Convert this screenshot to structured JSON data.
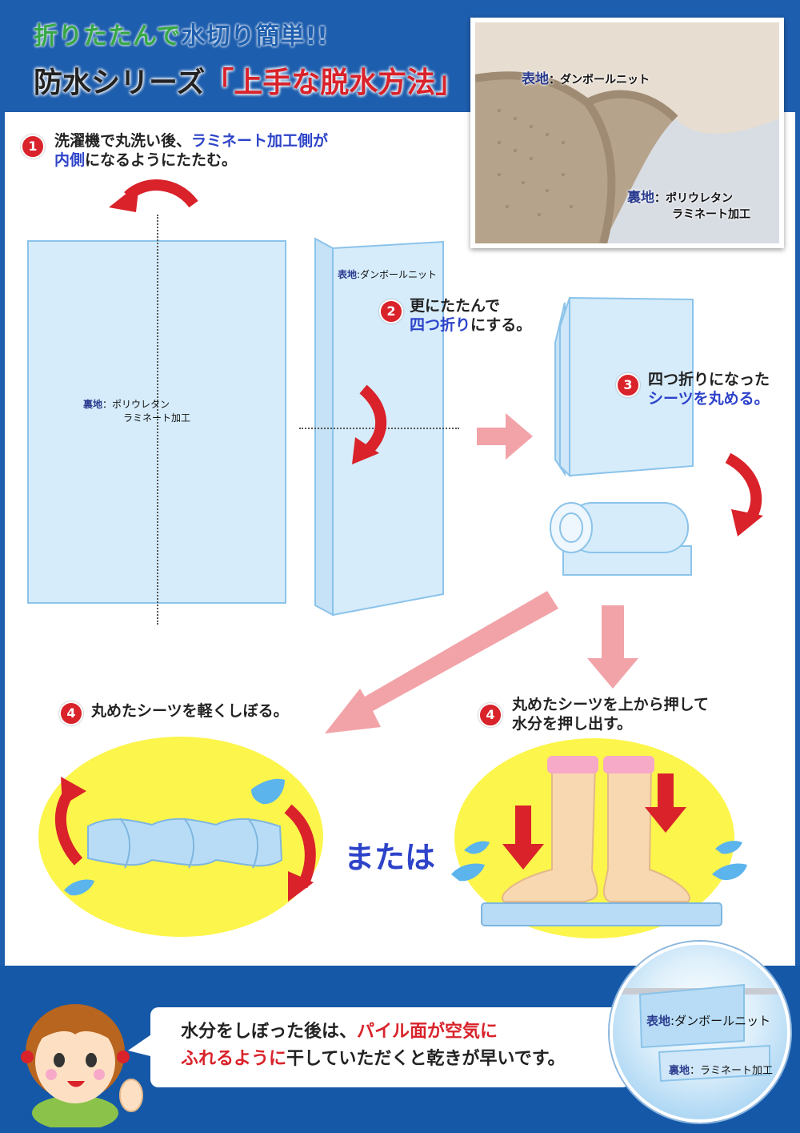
{
  "header": {
    "line1_green": "折りたたんで",
    "line1_blue": "水切り簡単!!",
    "line2_black": "防水シリーズ",
    "line2_red": "「上手な脱水方法」"
  },
  "photo": {
    "top_label_key": "表地",
    "top_label_val": "：ダンボールニット",
    "bottom_label_key": "裏地",
    "bottom_label_val1": "：ポリウレタン",
    "bottom_label_val2": "ラミネート加工"
  },
  "step1": {
    "num": "1",
    "text_a": "洗濯機で丸洗い後、",
    "text_b": "ラミネート加工側が",
    "text_c": "内側",
    "text_d": "になるようにたたむ。"
  },
  "sheet1": {
    "label_key": "裏地",
    "label_val1": "：ポリウレタン",
    "label_val2": "ラミネート加工"
  },
  "sheet2": {
    "label_key": "表地",
    "label_val": ":ダンボールニット"
  },
  "step2": {
    "num": "2",
    "text_a": "更にたたんで",
    "text_b": "四つ折り",
    "text_c": "にする。"
  },
  "step3": {
    "num": "3",
    "text_a": "四つ折りになった",
    "text_b": "シーツを丸める。"
  },
  "step4a": {
    "num": "4",
    "text": "丸めたシーツを軽くしぼる。"
  },
  "step4b": {
    "num": "4",
    "text_a": "丸めたシーツを上から押して",
    "text_b": "水分を押し出す。"
  },
  "or_text": "または",
  "footer": {
    "text_a": "水分をしぼった後は、",
    "text_b": "パイル面が空気に",
    "text_c": "ふれるように",
    "text_d": "干していただくと乾きが早いです。",
    "circle_top_key": "表地",
    "circle_top_val": ":ダンボールニット",
    "circle_bottom_key": "裏地",
    "circle_bottom_val": "：ラミネート加工"
  },
  "colors": {
    "brand_blue": "#1e5eae",
    "accent_red": "#d9222a",
    "green": "#35a845",
    "sheet_blue": "#d6ecfb",
    "yellow": "#fcf54c",
    "pink_arrow": "#f2a3a8"
  }
}
